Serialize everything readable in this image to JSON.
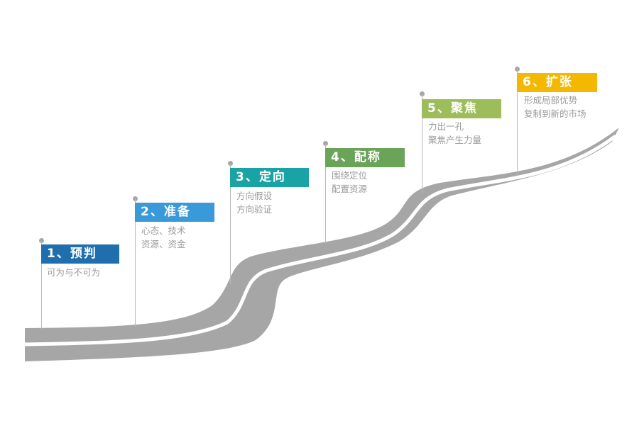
{
  "steps": [
    {
      "title": "1、预判",
      "lines": [
        "可为与不可为"
      ],
      "color": "#1f6fae"
    },
    {
      "title": "2、准备",
      "lines": [
        "心态、技术",
        "资源、资金"
      ],
      "color": "#3a9ad9"
    },
    {
      "title": "3、定向",
      "lines": [
        "方向假设",
        "方向验证"
      ],
      "color": "#1aa3a5"
    },
    {
      "title": "4、配称",
      "lines": [
        "围绕定位",
        "配置资源"
      ],
      "color": "#6aa458"
    },
    {
      "title": "5、聚焦",
      "lines": [
        "力出一孔",
        "聚焦产生力量"
      ],
      "color": "#9cbd5a"
    },
    {
      "title": "6、扩张",
      "lines": [
        "形成局部优势",
        "复制到新的市场"
      ],
      "color": "#f5b800"
    }
  ],
  "colors": {
    "road": "#a6a6a6",
    "pole": "#b8b8b8",
    "text_muted": "#9a9a9a"
  }
}
